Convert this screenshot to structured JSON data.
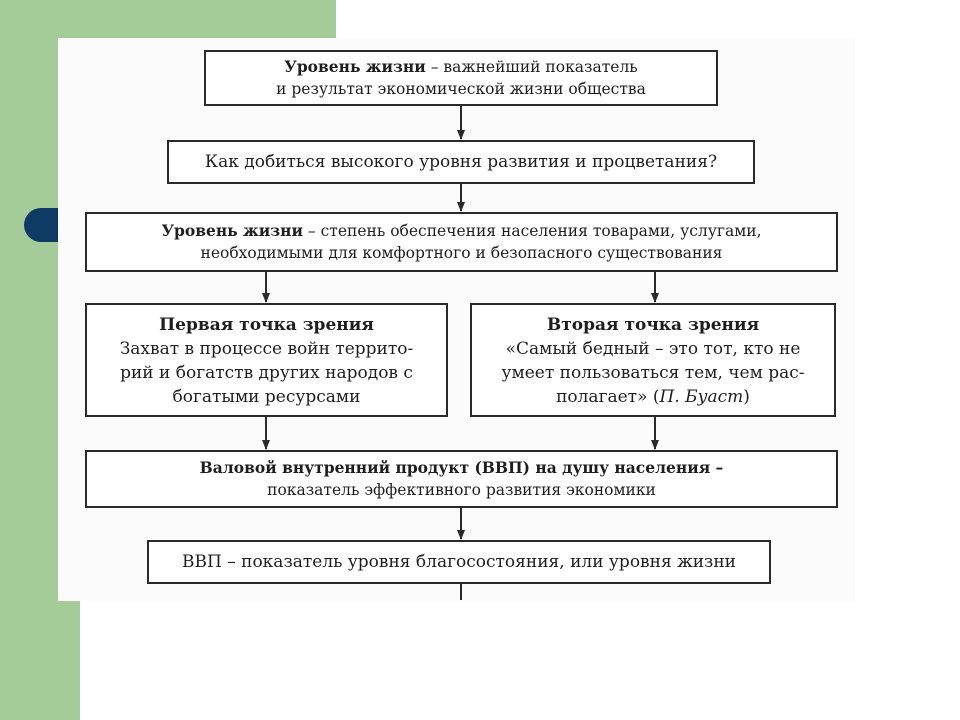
{
  "boxes": {
    "b1": {
      "line1_bold": "Уровень жизни",
      "line1_rest": " – важнейший показатель",
      "line2": "и результат экономической жизни общества"
    },
    "b2": {
      "line1": "Как добиться высокого уровня развития и процветания?"
    },
    "b3": {
      "line1_bold": "Уровень жизни",
      "line1_rest": " – степень обеспечения населения товарами, услугами,",
      "line2": "необходимыми для комфортного и безопасного существования"
    },
    "b4": {
      "title": "Первая точка зрения",
      "line1": "Захват в процессе войн террито-",
      "line2": "рий и богатств других народов с",
      "line3": "богатыми ресурсами"
    },
    "b5": {
      "title": "Вторая точка зрения",
      "line1": "«Самый бедный – это тот, кто не",
      "line2": "умеет пользоваться тем, чем рас-",
      "line3_pre": "полагает» (",
      "line3_author": "П. Буаст",
      "line3_post": ")"
    },
    "b6": {
      "line1": "Валовой внутренний продукт (ВВП) на душу населения –",
      "line2": "показатель эффективного развития экономики"
    },
    "b7": {
      "line1": "ВВП – показатель уровня благосостояния, или уровня жизни"
    }
  },
  "colors": {
    "green_band": "#a3cc98",
    "navy_accent": "#0e3b63",
    "ink": "#1e1e1e"
  }
}
